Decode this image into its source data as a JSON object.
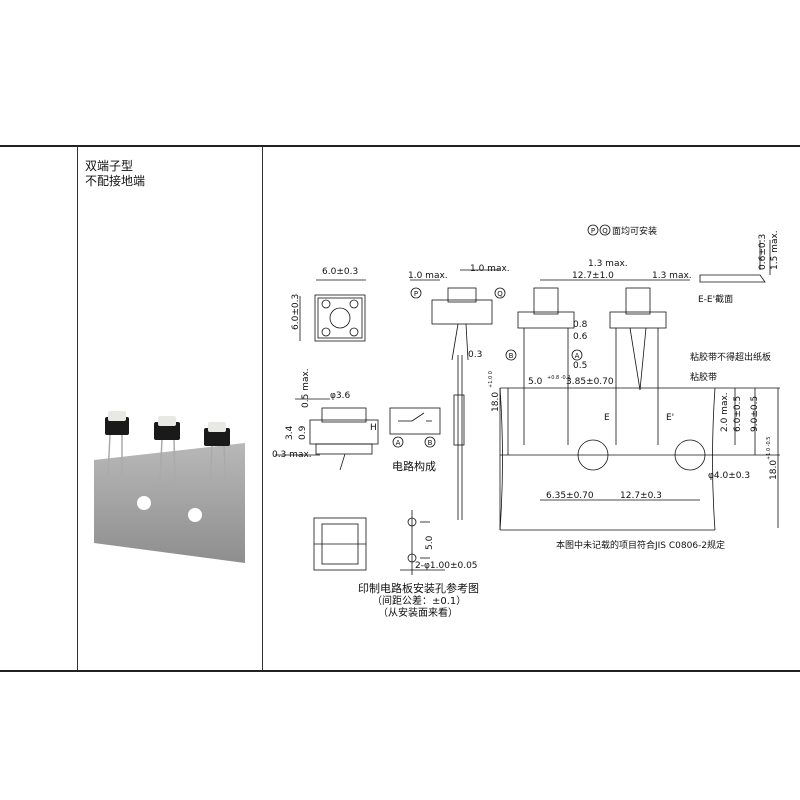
{
  "row": {
    "type_line1": "双端子型",
    "type_line2": "不配接地端"
  },
  "drawing": {
    "mount_note": "面均可安装",
    "circle_p": "P",
    "circle_q": "Q",
    "circle_a": "A",
    "circle_b": "B",
    "dim_width": "6.0±0.3",
    "dim_height": "6.0±0.3",
    "dim_1_0_max_a": "1.0 max.",
    "dim_1_0_max_b": "1.0 max.",
    "dim_0_3": "0.3",
    "dim_0_5_max": "0.5 max.",
    "dim_phi_3_6": "φ3.6",
    "dim_3_4": "3.4",
    "dim_0_9": "0.9",
    "dim_0_3_max": "0.3 max.",
    "label_h": "H",
    "circuit_label": "电路构成",
    "dim_1_3_max_a": "1.3 max.",
    "dim_12_7_1_0": "12.7±1.0",
    "dim_1_3_max_b": "1.3 max.",
    "dim_0_8": "0.8",
    "dim_0_6": "0.6",
    "dim_0_5": "0.5",
    "dim_5_0": "5.0",
    "dim_5_0_tol": "+0.8 -0.2",
    "dim_3_85": "3.85±0.70",
    "dim_18_0_left": "18.0",
    "dim_18_0_left_tol": "+1.0 0",
    "tape_note1": "粘胶带不得超出纸板",
    "tape_note2": "粘胶带",
    "section_label": "E-E'截面",
    "dim_0_6_0_3": "0.6±0.3",
    "dim_1_5_max": "1.5 max.",
    "dim_2_0_max": "2.0 max.",
    "dim_6_0_0_5": "6.0±0.5",
    "dim_9_0_0_5": "9.0±0.5",
    "dim_18_0_right": "18.0",
    "dim_18_0_right_tol": "+1.0 -0.5",
    "label_e": "E",
    "label_e_prime": "E'",
    "dim_phi_4_0": "φ4.0±0.3",
    "dim_6_35": "6.35±0.70",
    "dim_12_7_0_3": "12.7±0.3",
    "dim_5_0_pcb": "5.0",
    "dim_holes": "2-φ1.00±0.05",
    "pcb_title": "印制电路板安装孔参考图",
    "pcb_sub1": "（间距公差：±0.1）",
    "pcb_sub2": "（从安装面来看）",
    "jis_note": "本图中未记载的项目符合JIS  C0806-2规定"
  },
  "colors": {
    "border": "#222222",
    "line": "#111111",
    "tape": "#9a9a9a",
    "body": "#111111"
  }
}
